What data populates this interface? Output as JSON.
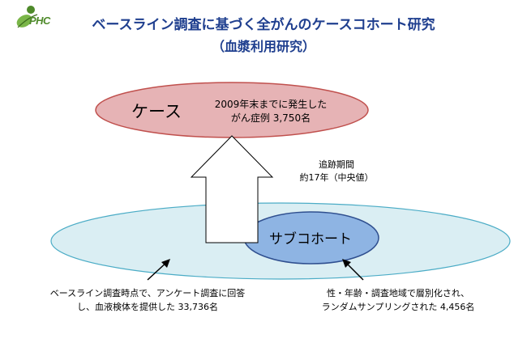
{
  "logo": {
    "text": "PHC"
  },
  "title": {
    "line1": "ベースライン調査に基づく全がんのケースコホート研究",
    "line2": "（血漿利用研究）"
  },
  "case": {
    "label": "ケース",
    "desc_line1": "2009年末までに発生した",
    "desc_line2": "がん症例 3,750名"
  },
  "followup": {
    "line1": "追跡期間",
    "line2": "約17年（中央値）"
  },
  "subcohort": {
    "label": "サブコホート"
  },
  "baseline_note": {
    "line1": "ベースライン調査時点で、アンケート調査に回答",
    "line2": "し、血液検体を提供した 33,736名"
  },
  "subcohort_note": {
    "line1": "性・年齢・調査地域で層別化され、",
    "line2": "ランダムサンプリングされた 4,456名"
  },
  "colors": {
    "title": "#1f3f8f",
    "case_fill": "#e6b3b5",
    "case_stroke": "#c0504d",
    "cohort_fill": "#daeef3",
    "cohort_stroke": "#4bacc6",
    "subcohort_fill": "#8eb4e3",
    "subcohort_stroke": "#2f4f8f",
    "logo_green": "#4e8a2a"
  }
}
